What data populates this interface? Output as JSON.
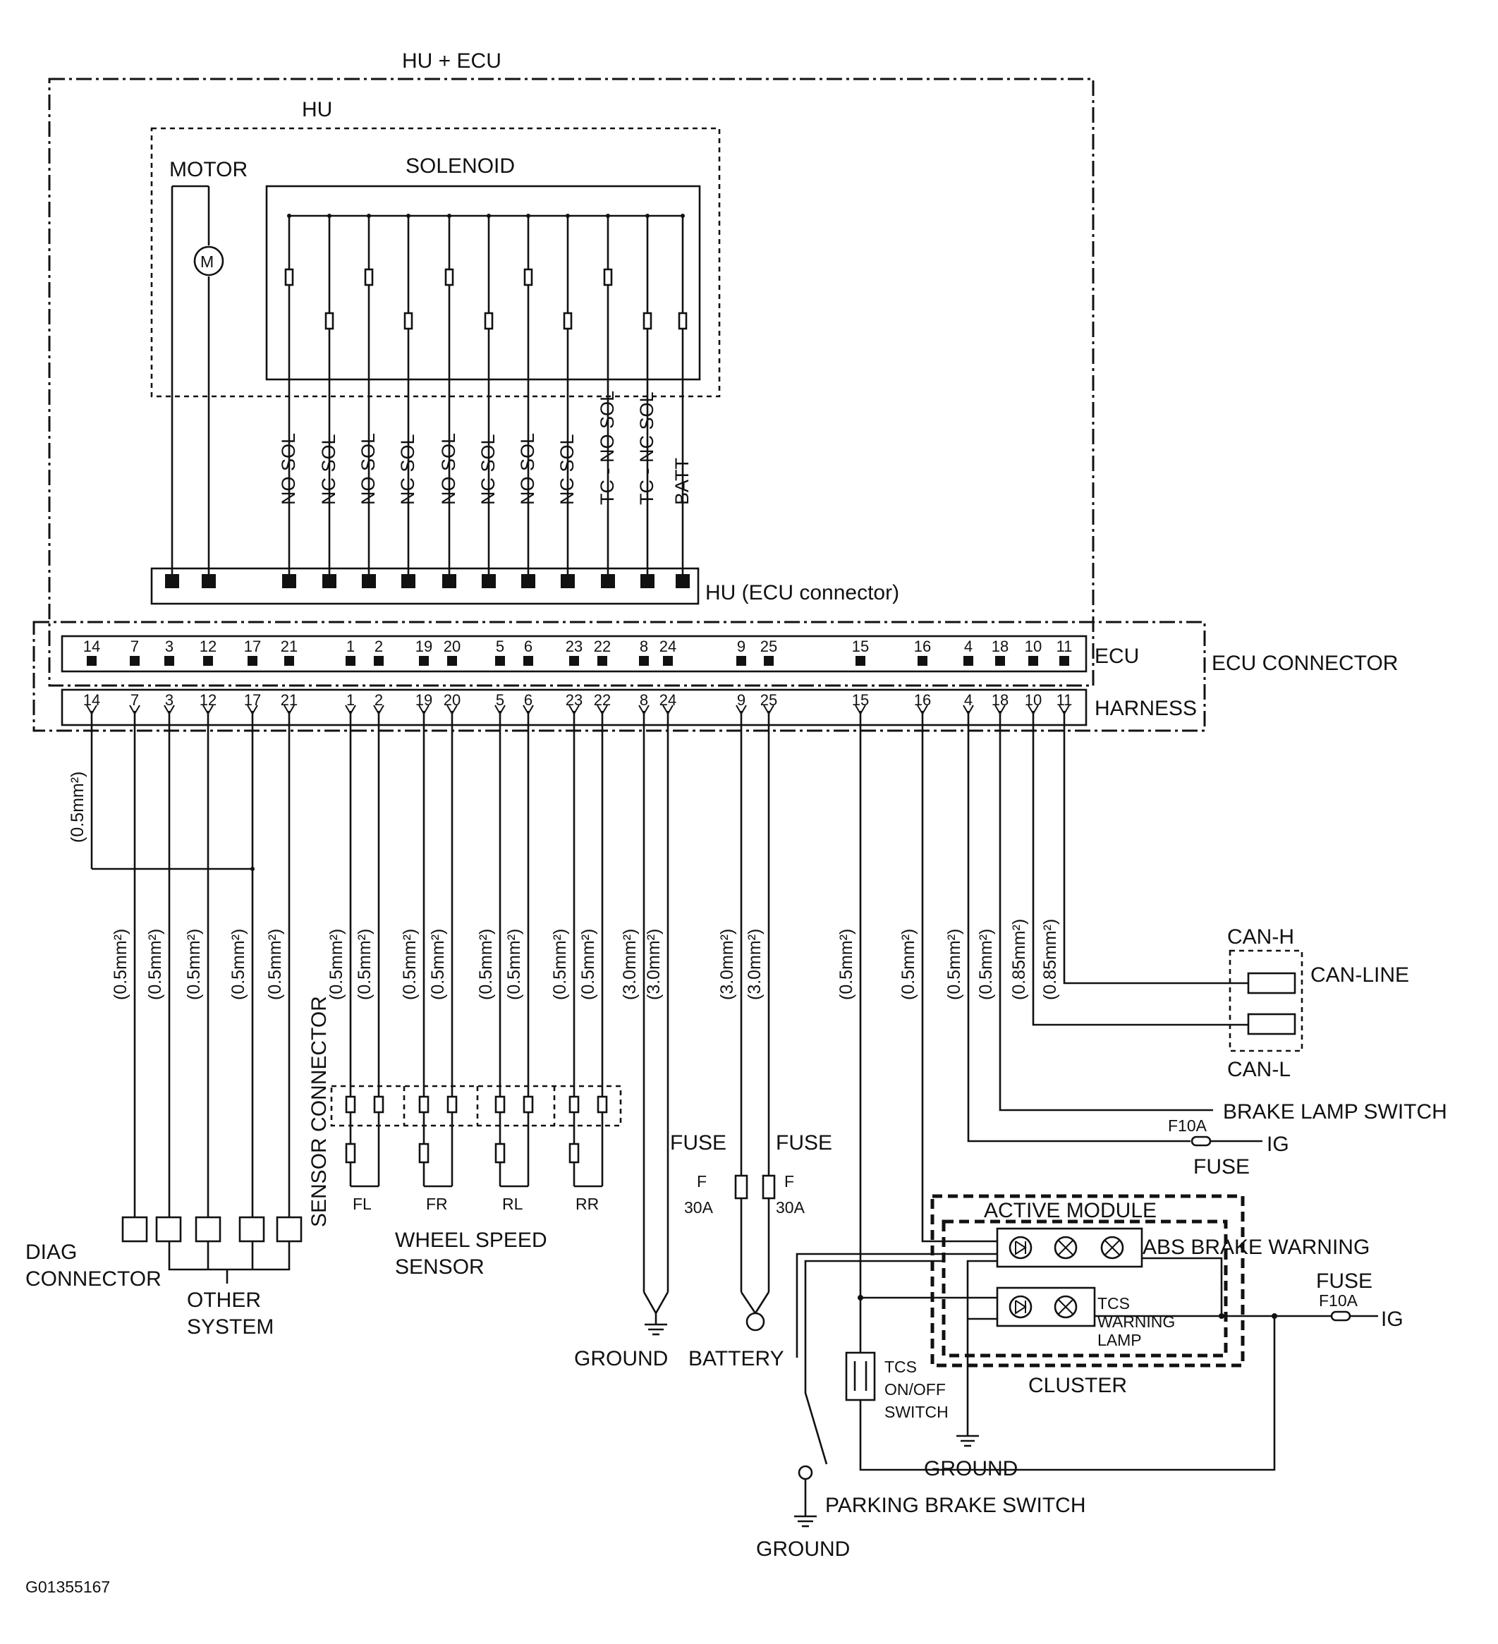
{
  "blocks": {
    "hu_ecu": "HU + ECU",
    "hu": "HU",
    "motor": "MOTOR",
    "solenoid": "SOLENOID",
    "hu_connector": "HU (ECU connector)",
    "ecu": "ECU",
    "harness": "HARNESS",
    "ecu_connector": "ECU CONNECTOR"
  },
  "solenoid_labels": [
    "NO SOL",
    "NC SOL",
    "NO SOL",
    "NC SOL",
    "NO SOL",
    "NC SOL",
    "NO SOL",
    "NC SOL",
    "TC - NO SOL",
    "TC - NC SOL",
    "BATT"
  ],
  "pins": [
    "14",
    "7",
    "3",
    "12",
    "17",
    "21",
    "1",
    "2",
    "19",
    "20",
    "5",
    "6",
    "23",
    "22",
    "8",
    "24",
    "9",
    "25",
    "15",
    "16",
    "4",
    "18",
    "10",
    "11"
  ],
  "wire_sizes": {
    "a": "(0.5mm²)",
    "b": "(0.85mm²)",
    "c": "(3.0mm²)"
  },
  "labels": {
    "diag_connector_1": "DIAG",
    "diag_connector_2": "CONNECTOR",
    "other_system_1": "OTHER",
    "other_system_2": "SYSTEM",
    "sensor_connector": "SENSOR CONNECTOR",
    "fl": "FL",
    "fr": "FR",
    "rl": "RL",
    "rr": "RR",
    "wheel_speed_1": "WHEEL SPEED",
    "wheel_speed_2": "SENSOR",
    "fuse": "FUSE",
    "f": "F",
    "f30a": "30A",
    "ground": "GROUND",
    "battery": "BATTERY",
    "can_h": "CAN-H",
    "can_line": "CAN-LINE",
    "can_l": "CAN-L",
    "brake_lamp_switch": "BRAKE LAMP SWITCH",
    "f10a": "F10A",
    "ig": "IG",
    "active_module": "ACTIVE MODULE",
    "abs_brake_warning": "ABS BRAKE WARNING",
    "tcs_warning_1": "TCS",
    "tcs_warning_2": "WARNING",
    "tcs_warning_3": "LAMP",
    "tcs_switch_1": "TCS",
    "tcs_switch_2": "ON/OFF",
    "tcs_switch_3": "SWITCH",
    "cluster": "CLUSTER",
    "parking_brake_switch": "PARKING BRAKE SWITCH",
    "figure_id": "G01355167"
  }
}
